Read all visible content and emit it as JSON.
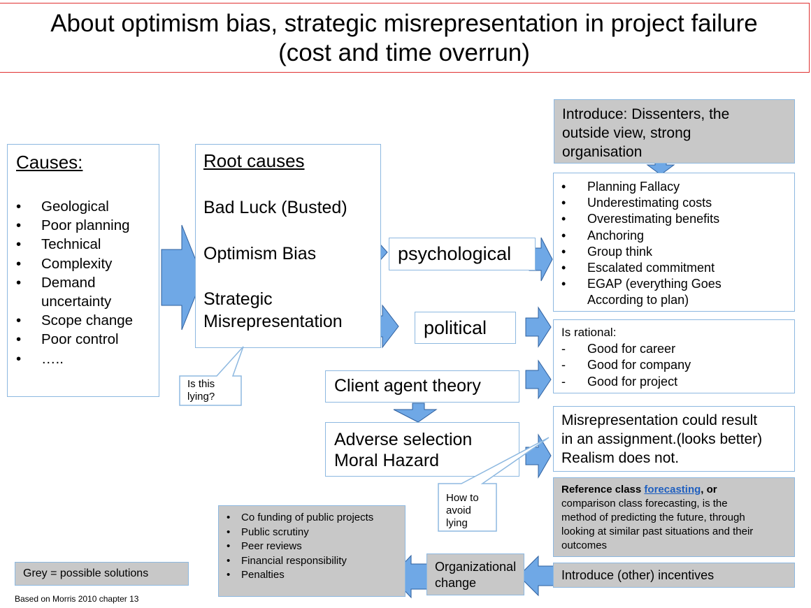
{
  "title": {
    "line1": "About optimism bias, strategic misrepresentation in project failure",
    "line2": "(cost and time overrun)"
  },
  "causes": {
    "heading": "Causes:",
    "items": [
      "Geological",
      "Poor planning",
      "Technical",
      "Complexity",
      "Demand",
      "uncertainty",
      "Scope change",
      "Poor control",
      "….."
    ],
    "bullets": [
      true,
      true,
      true,
      true,
      true,
      false,
      true,
      true,
      true
    ]
  },
  "root_causes": {
    "heading": "Root causes",
    "item1": "Bad Luck (Busted)",
    "item2": "Optimism Bias",
    "item3_line1": "Strategic",
    "item3_line2": "Misrepresentation"
  },
  "psychological": "psychological",
  "political": "political",
  "client_agent_theory": "Client agent theory",
  "adverse": {
    "line1": "Adverse selection",
    "line2": "Moral Hazard"
  },
  "callout_lying": {
    "line1": "Is this",
    "line2": "lying?"
  },
  "callout_avoid": {
    "line1": "How to",
    "line2": "avoid",
    "line3": "lying"
  },
  "introduce_dissenters": {
    "line1": "Introduce: Dissenters, the",
    "line2": "outside view, strong",
    "line3": "organisation"
  },
  "psych_list": {
    "items": [
      "Planning Fallacy",
      "Underestimating costs",
      "Overestimating benefits",
      "Anchoring",
      "Group think",
      "Escalated commitment",
      "EGAP (everything Goes",
      "According to plan)"
    ],
    "bullets": [
      true,
      true,
      true,
      true,
      true,
      true,
      true,
      false
    ]
  },
  "rational": {
    "heading": "Is rational:",
    "items": [
      "Good for career",
      "Good for company",
      "Good for project"
    ]
  },
  "misrep_result": {
    "line1": "Misrepresentation could result",
    "line2": "in an assignment.(looks better)",
    "line3": "Realism does not."
  },
  "reference_class": {
    "bold": "Reference class ",
    "link": "forecasting",
    "after_link": ", or",
    "line2": "comparison class forecasting, is the",
    "line3": "method of predicting the future, through",
    "line4": "looking at similar past situations and their",
    "line5": "outcomes"
  },
  "incentives": "Introduce (other) incentives",
  "org_change": {
    "line1": "Organizational",
    "line2": "change"
  },
  "public_list": {
    "items": [
      "Co funding of public projects",
      "Public scrutiny",
      "Peer reviews",
      "Financial  responsibility",
      "Penalties"
    ]
  },
  "legend": "Grey = possible solutions",
  "source": "Based on Morris 2010 chapter 13",
  "colors": {
    "arrow_fill": "#6fa8e6",
    "arrow_stroke": "#2e5f9e",
    "grey_box": "#c8c8c8",
    "box_border": "#8db8e0",
    "title_border": "#e03030",
    "link": "#1f5fbf"
  }
}
